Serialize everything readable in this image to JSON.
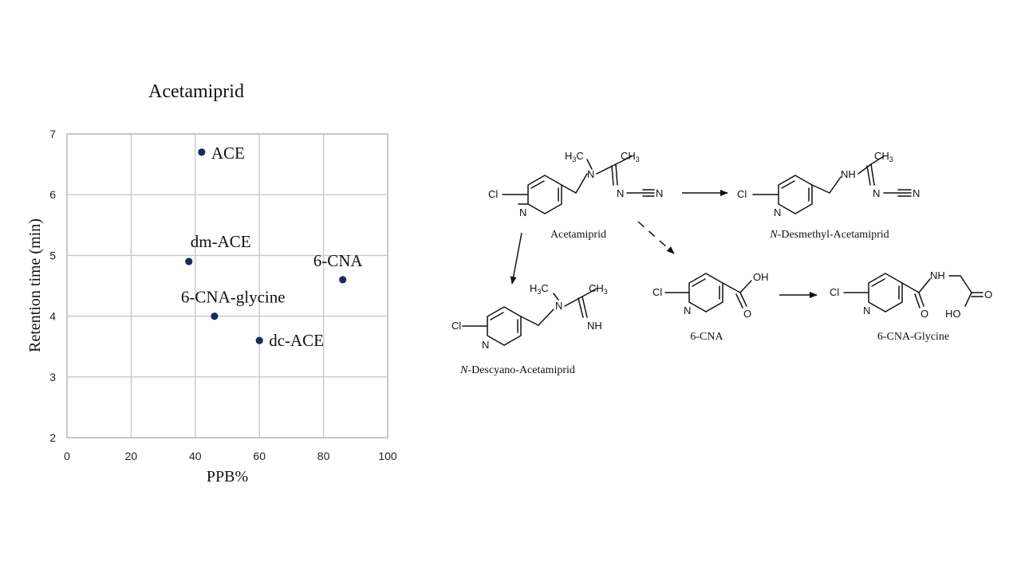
{
  "chart_data": {
    "type": "scatter",
    "title": "Acetamiprid",
    "xlabel": "PPB%",
    "ylabel": "Retention time (min)",
    "xlim": [
      0,
      100
    ],
    "ylim": [
      2,
      7
    ],
    "xticks": [
      "0",
      "20",
      "40",
      "60",
      "80",
      "100"
    ],
    "yticks": [
      "2",
      "3",
      "4",
      "5",
      "6",
      "7"
    ],
    "grid": true,
    "marker_color": "#1b2a5c",
    "points": [
      {
        "label": "ACE",
        "x": 42,
        "y": 6.7
      },
      {
        "label": "dm-ACE",
        "x": 38,
        "y": 4.9
      },
      {
        "label": "6-CNA",
        "x": 86,
        "y": 4.6
      },
      {
        "label": "6-CNA-glycine",
        "x": 46,
        "y": 4.0
      },
      {
        "label": "dc-ACE",
        "x": 60,
        "y": 3.6
      }
    ]
  },
  "pathway": {
    "compounds": {
      "acetamiprid": "Acetamiprid",
      "desmethyl_italic": "N",
      "desmethyl": "-Desmethyl-Acetamiprid",
      "descyano_italic": "N",
      "descyano": "-Descyano-Acetamiprid",
      "cna": "6-CNA",
      "cna_glycine": "6-CNA-Glycine"
    },
    "atoms": {
      "cl": "Cl",
      "n": "N",
      "h3c": "H3C",
      "ch3": "CH3",
      "nh": "NH",
      "oh": "OH",
      "o": "O",
      "ho": "HO"
    }
  }
}
